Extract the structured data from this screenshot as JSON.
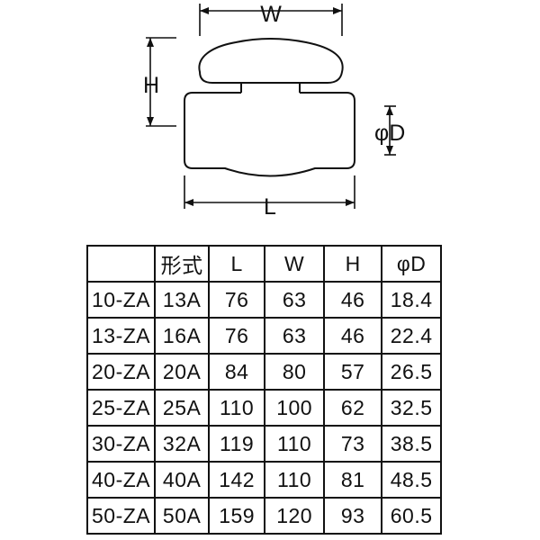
{
  "diagram": {
    "labels": {
      "width": "W",
      "height": "H",
      "length": "L",
      "diameter": "φD"
    }
  },
  "table": {
    "header": [
      "",
      "形式",
      "L",
      "W",
      "H",
      "φD"
    ],
    "rows": [
      [
        "10-ZA",
        "13A",
        "76",
        "63",
        "46",
        "18.4"
      ],
      [
        "13-ZA",
        "16A",
        "76",
        "63",
        "46",
        "22.4"
      ],
      [
        "20-ZA",
        "20A",
        "84",
        "80",
        "57",
        "26.5"
      ],
      [
        "25-ZA",
        "25A",
        "110",
        "100",
        "62",
        "32.5"
      ],
      [
        "30-ZA",
        "32A",
        "119",
        "110",
        "73",
        "38.5"
      ],
      [
        "40-ZA",
        "40A",
        "142",
        "110",
        "81",
        "48.5"
      ],
      [
        "50-ZA",
        "50A",
        "159",
        "120",
        "93",
        "60.5"
      ]
    ]
  },
  "colors": {
    "line": "#111111",
    "background": "#ffffff"
  }
}
